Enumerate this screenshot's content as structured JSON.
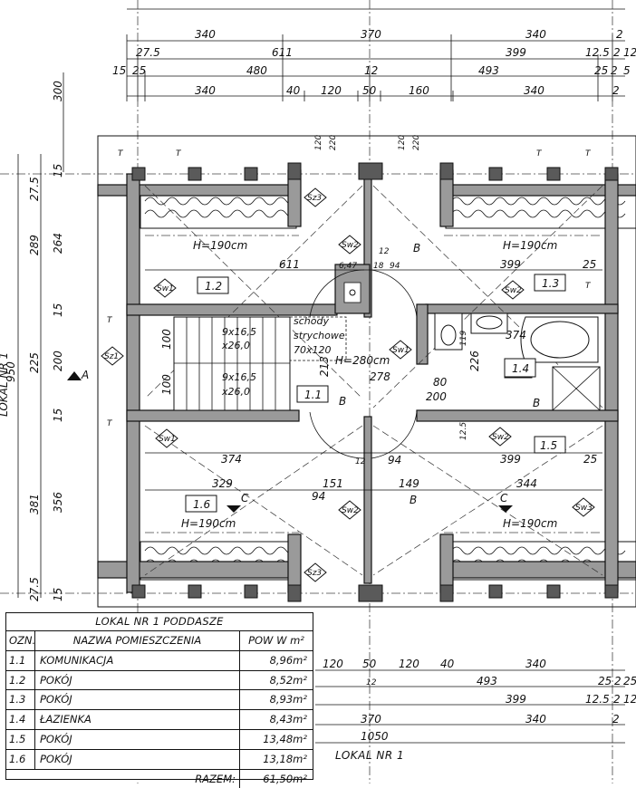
{
  "top_dimensions": {
    "row1": [
      "340",
      "370",
      "340",
      "2"
    ],
    "row2": [
      "27.5",
      "611",
      "399",
      "12.5",
      "2",
      "12."
    ],
    "row3": [
      "15",
      "25",
      "480",
      "12",
      "493",
      "25",
      "2",
      "5"
    ],
    "row4": [
      "340",
      "40",
      "120",
      "50",
      "160",
      "340",
      "2"
    ]
  },
  "left_dimensions": {
    "outer": [
      "300",
      "27.5",
      "289",
      "225",
      "950",
      "381",
      "27.5"
    ],
    "inner": [
      "15",
      "264",
      "15",
      "200",
      "15",
      "356",
      "15"
    ],
    "side_label": "LOKAL NR 1"
  },
  "rooms": {
    "r12": "1.2",
    "r13": "1.3",
    "r14": "1.4",
    "r11": "1.1",
    "r15": "1.5",
    "r16": "1.6"
  },
  "plan_labels": {
    "h190_a": "H=190cm",
    "h190_b": "H=190cm",
    "h190_c": "H=190cm",
    "h190_d": "H=190cm",
    "h280": "H=280cm",
    "stairs1": "9x16,5",
    "stairs1b": "x26,0",
    "stairs2": "9x16,5",
    "stairs2b": "x26,0",
    "schody1": "schody",
    "schody2": "strychowe",
    "schody3": "70x120",
    "d611": "611",
    "d399a": "399",
    "d25a": "25",
    "d647": "6,47",
    "d12a": "12",
    "d18": "18",
    "d94a": "94",
    "d374a": "374",
    "d374b": "374",
    "d399b": "399",
    "d25b": "25",
    "d278": "278",
    "d200": "200",
    "d80": "80",
    "d213": "213",
    "d226": "226",
    "d119": "119",
    "d125": "12.5",
    "d94b": "94",
    "d12b": "12",
    "d94c": "94",
    "d329": "329",
    "d151": "151",
    "d149": "149",
    "d344": "344",
    "d100a": "100",
    "d100b": "100",
    "B1": "B",
    "B2": "B",
    "B3": "B",
    "B4": "B",
    "A": "A",
    "C1": "C",
    "C2": "C",
    "T": "T",
    "sw1": "Sw1",
    "sw2": "Sw2",
    "sw3": "Sw3",
    "sz1": "Sz1",
    "sz3": "Sz3"
  },
  "bottom_dimensions": {
    "row1": [
      "120",
      "50",
      "120",
      "40",
      "340"
    ],
    "row2": [
      "12",
      "493",
      "25",
      "2",
      "25"
    ],
    "row3": [
      "399",
      "12.5",
      "2",
      "12"
    ],
    "row4": [
      "370",
      "340",
      "2"
    ],
    "total": "1050"
  },
  "small_dims": {
    "v120": "120",
    "v220": "220"
  },
  "legend": {
    "title": "LOKAL NR 1 PODDASZE",
    "headers": {
      "ozn": "OZN.",
      "name": "NAZWA POMIESZCZENIA",
      "area": "POW W m²"
    },
    "rows": [
      {
        "ozn": "1.1",
        "name": "KOMUNIKACJA",
        "area": "8,96m²"
      },
      {
        "ozn": "1.2",
        "name": "POKÓJ",
        "area": "8,52m²"
      },
      {
        "ozn": "1.3",
        "name": "POKÓJ",
        "area": "8,93m²"
      },
      {
        "ozn": "1.4",
        "name": "ŁAZIENKA",
        "area": "8,43m²"
      },
      {
        "ozn": "1.5",
        "name": "POKÓJ",
        "area": "13,48m²"
      },
      {
        "ozn": "1.6",
        "name": "POKÓJ",
        "area": "13,18m²"
      }
    ],
    "total_label": "RAZEM:",
    "total_value": "61,50m²"
  },
  "lokal_label": "LOKAL NR 1",
  "colors": {
    "wall_fill": "#9a9a9a",
    "column_fill": "#5a5a5a",
    "line": "#111111"
  }
}
